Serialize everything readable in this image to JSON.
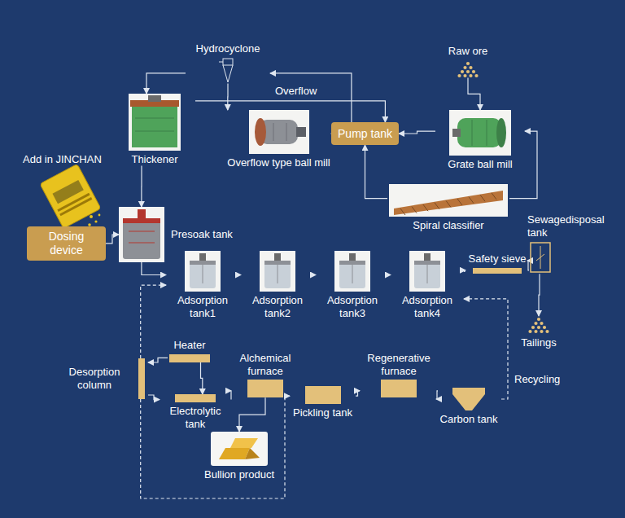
{
  "diagram": {
    "nodes": [
      {
        "text": [
          "Hydrocyclone"
        ]
      },
      {
        "text": [
          "Thickener"
        ]
      },
      {
        "text": [
          "Overflow type ball mill"
        ]
      },
      {
        "text": [
          "Pump tank"
        ]
      },
      {
        "text": [
          "Raw ore"
        ]
      },
      {
        "text": [
          "Grate ball mill"
        ]
      },
      {
        "text": [
          "Spiral classifier"
        ]
      },
      {
        "text": [
          "Dosing device"
        ]
      },
      {
        "text": [
          "Presoak tank"
        ]
      },
      {
        "text": [
          "Adsorption tank1"
        ]
      },
      {
        "text": [
          "Adsorption tank2"
        ]
      },
      {
        "text": [
          "Adsorption tank3"
        ]
      },
      {
        "text": [
          "Adsorption tank4"
        ]
      },
      {
        "text": [
          "Safety sieve"
        ]
      },
      {
        "text": [
          "Sewagedisposal tank"
        ]
      },
      {
        "text": [
          "Tailings"
        ]
      },
      {
        "text": [
          "Desorption column"
        ]
      },
      {
        "text": [
          "Heater"
        ]
      },
      {
        "text": [
          "Electrolytic tank"
        ]
      },
      {
        "text": [
          "Alchemical furnace"
        ]
      },
      {
        "text": [
          "Bullion product"
        ]
      },
      {
        "text": [
          "Pickling tank"
        ]
      },
      {
        "text": [
          "Regenerative furnace"
        ]
      },
      {
        "text": [
          "Carbon tank"
        ]
      }
    ],
    "edges": [
      {
        "from": 4,
        "to": 5,
        "arrow": "to"
      },
      {
        "from": 5,
        "to": 3,
        "arrow": "to"
      },
      {
        "from": 3,
        "to": 0,
        "arrow": "to"
      },
      {
        "from": 0,
        "to": 2,
        "arrow": "to"
      },
      {
        "from": 2,
        "to": 3,
        "arrow": "to"
      },
      {
        "from": 0,
        "to": 1,
        "arrow": "to"
      },
      {
        "from": 1,
        "to": 3,
        "label": "Overflow",
        "arrow": "to"
      },
      {
        "from": 6,
        "to": 3,
        "arrow": "to"
      },
      {
        "from": 6,
        "to": 5,
        "arrow": "to"
      },
      {
        "from": 1,
        "to": 8,
        "arrow": "to"
      },
      {
        "from": 7,
        "to": 8,
        "arrow": "to"
      },
      {
        "from": 8,
        "to": 9,
        "arrow": "to"
      },
      {
        "from": 9,
        "to": 10,
        "arrow": "to"
      },
      {
        "from": 10,
        "to": 11,
        "arrow": "to"
      },
      {
        "from": 11,
        "to": 12,
        "arrow": "to"
      },
      {
        "from": 12,
        "to": 13,
        "arrow": "to"
      },
      {
        "from": 13,
        "to": 14,
        "arrow": "to"
      },
      {
        "from": 14,
        "to": 15,
        "arrow": "to"
      },
      {
        "from": 23,
        "to": 12,
        "arrow": "to"
      },
      {
        "from": 21,
        "to": 22,
        "arrow": "to"
      },
      {
        "from": 22,
        "to": 23,
        "arrow": "to"
      },
      {
        "from": 17,
        "to": 16,
        "arrow": "to"
      },
      {
        "from": 17,
        "to": 18,
        "arrow": "to"
      },
      {
        "from": 16,
        "to": 18,
        "arrow": "to"
      },
      {
        "from": 18,
        "to": 19,
        "arrow": "to"
      },
      {
        "from": 19,
        "to": 20,
        "arrow": "to"
      },
      {
        "from": 16,
        "to": 9,
        "arrow": "to"
      },
      {
        "from": 16,
        "to": 21,
        "arrow": "to"
      }
    ],
    "labels": [
      "Add in JINCHAN",
      "Recycling"
    ]
  }
}
